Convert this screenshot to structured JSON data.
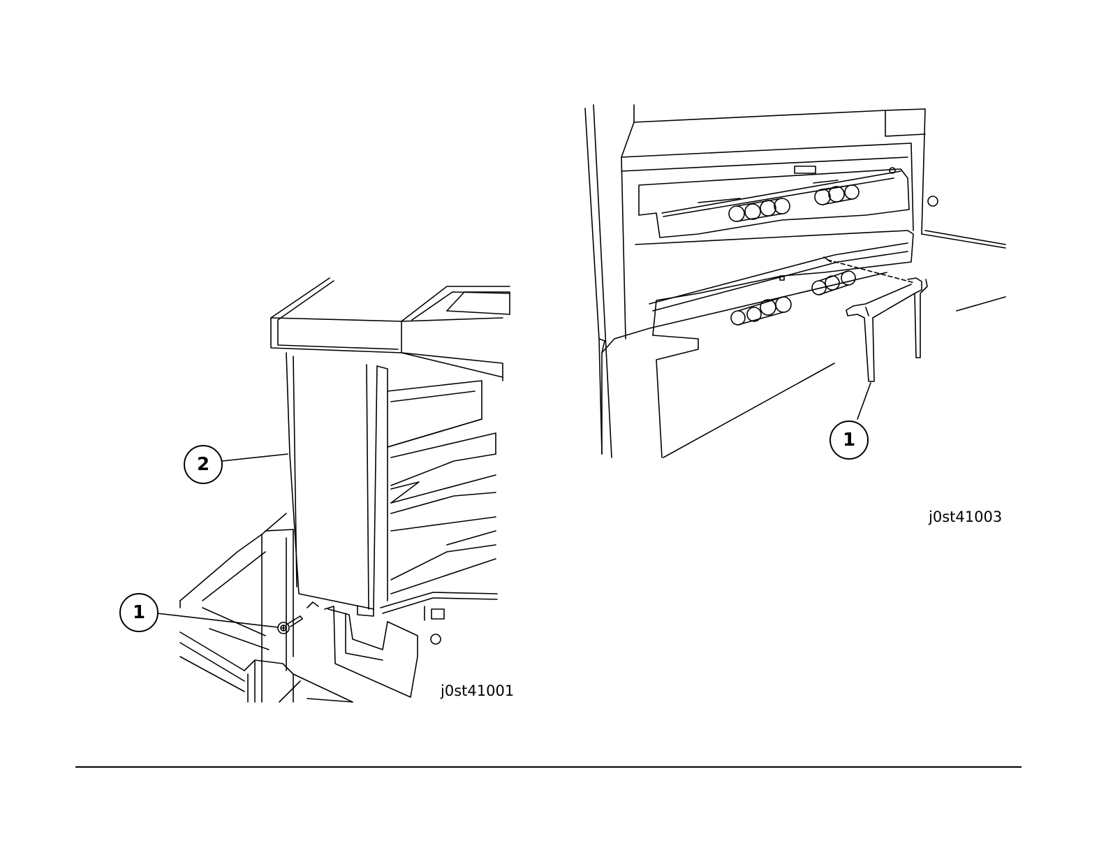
{
  "figures": [
    {
      "code": "j0st41001",
      "callouts": [
        {
          "label": "2"
        },
        {
          "label": "1"
        }
      ]
    },
    {
      "code": "j0st41003",
      "callouts": [
        {
          "label": "1"
        }
      ]
    }
  ],
  "colors": {
    "ink": "#000000",
    "paper": "#ffffff"
  }
}
